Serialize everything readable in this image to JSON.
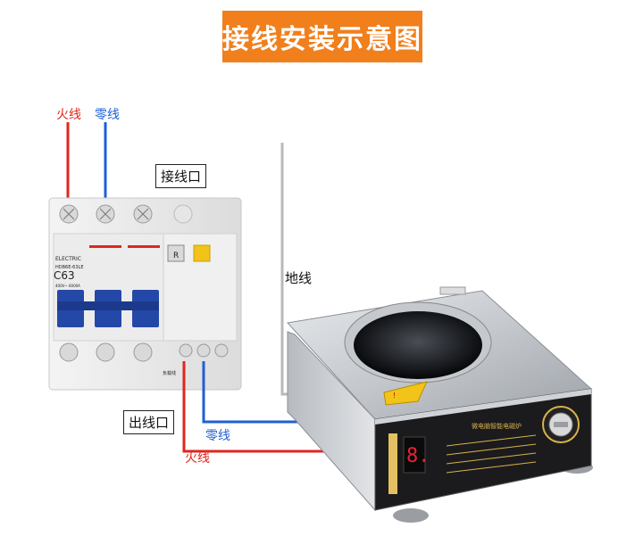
{
  "title": "接线安装示意图",
  "labels": {
    "live_top": "火线",
    "neutral_top": "零线",
    "input_port": "接线口",
    "output_port": "出线口",
    "ground": "地线",
    "neutral_bottom": "零线",
    "live_bottom": "火线"
  },
  "breaker": {
    "brand": "ELECTRIC",
    "model": "HDB6E-63LE",
    "rating": "C63",
    "test_button": "R",
    "specs": "400V~ 6000A",
    "tag": "负载线"
  },
  "stove": {
    "warning_sticker": "!",
    "display_digit": "8.",
    "panel_title": "微电脑智能电磁炉"
  },
  "colors": {
    "banner": "#f07f1c",
    "live_wire": "#e0261e",
    "neutral_wire": "#1f5fd6",
    "ground_wire": "#b9b9b9"
  }
}
